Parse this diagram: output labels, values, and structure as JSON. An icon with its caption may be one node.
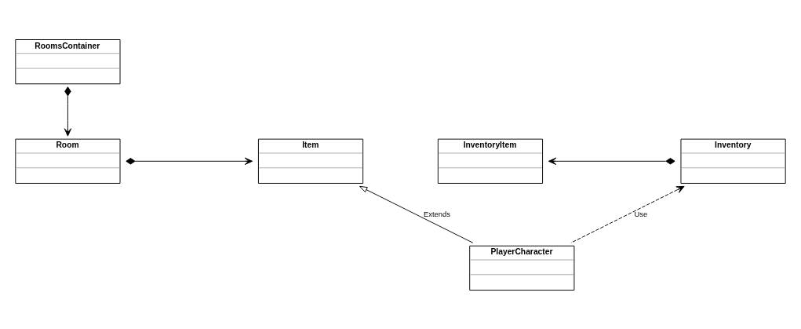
{
  "diagram": {
    "nodes": [
      {
        "text": [
          "RoomsContainer"
        ]
      },
      {
        "text": [
          "Room"
        ]
      },
      {
        "text": [
          "Item"
        ]
      },
      {
        "text": [
          "InventoryItem"
        ]
      },
      {
        "text": [
          "Inventory"
        ]
      },
      {
        "text": [
          "PlayerCharacter"
        ]
      }
    ],
    "edges": [
      {
        "from": 0,
        "to": 1,
        "arrow": "to"
      },
      {
        "from": 1,
        "to": 2,
        "arrow": "to"
      },
      {
        "from": 4,
        "to": 3,
        "arrow": "to"
      },
      {
        "from": 5,
        "to": 2,
        "arrow": "to",
        "label": "Extends"
      },
      {
        "from": 5,
        "to": 4,
        "arrow": "to",
        "style": "dashed",
        "label": "Use"
      }
    ]
  }
}
